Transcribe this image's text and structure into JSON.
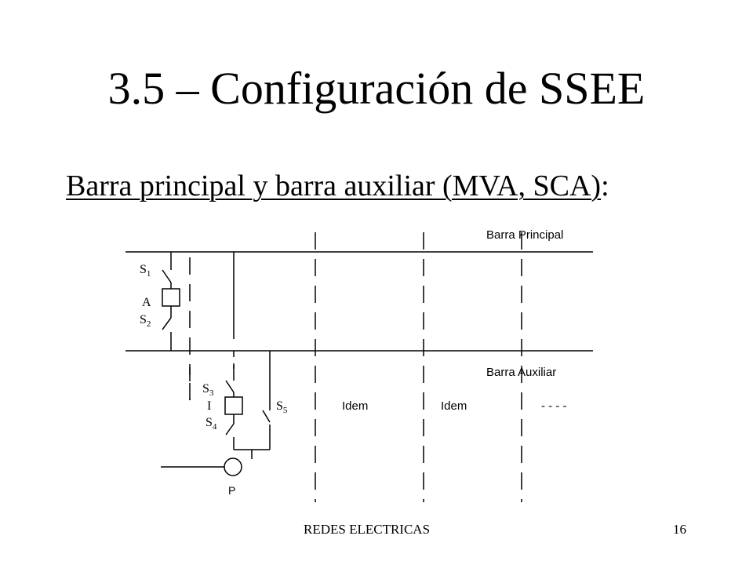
{
  "slide": {
    "title": "3.5 – Configuración de SSEE",
    "subtitle": {
      "underlined": "Barra principal y barra auxiliar (MVA, SCA)",
      "suffix": ":"
    },
    "footer": {
      "left": "REDES ELECTRICAS",
      "page_number": "16"
    }
  },
  "diagram": {
    "bus_main_label": "Barra Principal",
    "bus_aux_label": "Barra Auxiliar",
    "switch_s1": {
      "letter": "S",
      "sub": "1"
    },
    "breaker_a": "A",
    "switch_s2": {
      "letter": "S",
      "sub": "2"
    },
    "switch_s3": {
      "letter": "S",
      "sub": "3"
    },
    "breaker_i": "I",
    "switch_s4": {
      "letter": "S",
      "sub": "4"
    },
    "switch_s5": {
      "letter": "S",
      "sub": "5"
    },
    "bay_2_label": "Idem",
    "bay_3_label": "Idem",
    "bay_more_label": "- - - -",
    "transformer_label": "P"
  }
}
